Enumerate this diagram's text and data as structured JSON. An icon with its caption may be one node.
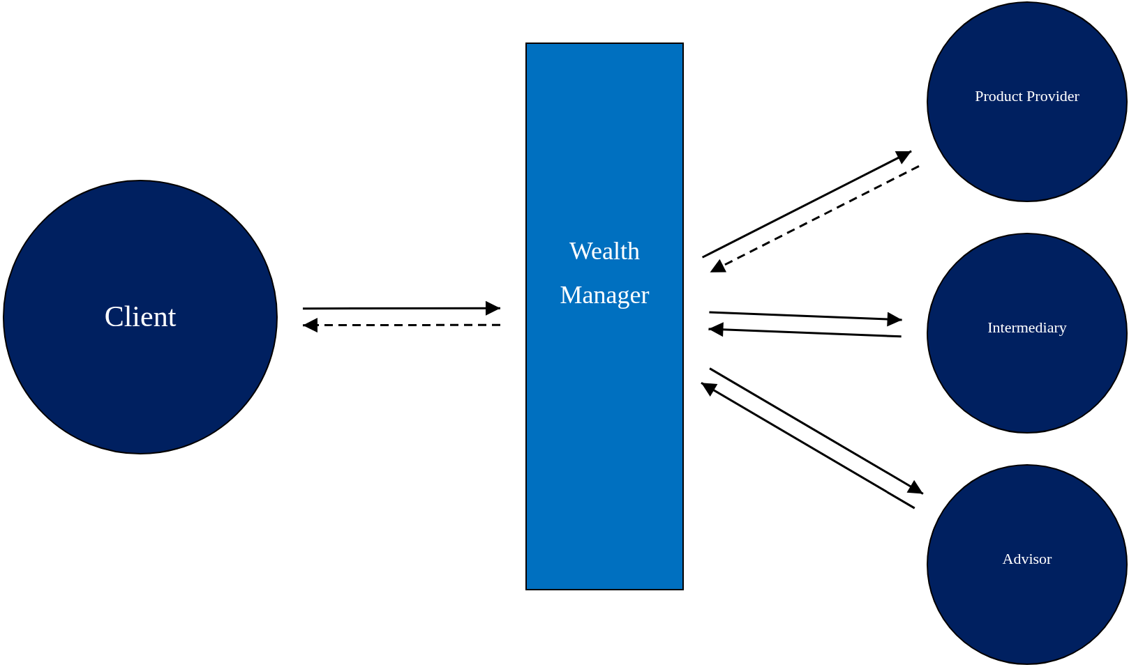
{
  "diagram": {
    "nodes": [
      {
        "text": [
          "Client"
        ]
      },
      {
        "text": [
          "Wealth Manager"
        ]
      },
      {
        "text": [
          "Product Provider"
        ]
      },
      {
        "text": [
          "Intermediary"
        ]
      },
      {
        "text": [
          "Advisor"
        ]
      }
    ],
    "edges": [
      {
        "from": 0,
        "to": 1,
        "arrow": "to"
      },
      {
        "from": 1,
        "to": 0,
        "arrow": "to",
        "style": "dashed"
      },
      {
        "from": 1,
        "to": 2,
        "arrow": "to"
      },
      {
        "from": 2,
        "to": 1,
        "arrow": "to",
        "style": "dashed"
      },
      {
        "from": 1,
        "to": 3,
        "arrow": "to"
      },
      {
        "from": 3,
        "to": 1,
        "arrow": "to"
      },
      {
        "from": 4,
        "to": 1,
        "arrow": "to"
      },
      {
        "from": 1,
        "to": 4,
        "arrow": "to"
      }
    ]
  }
}
